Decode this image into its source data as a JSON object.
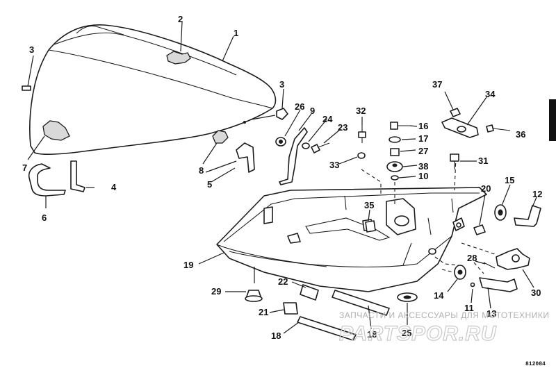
{
  "diagram": {
    "callouts": [
      "1",
      "2",
      "3",
      "3",
      "4",
      "5",
      "6",
      "7",
      "8",
      "9",
      "10",
      "11",
      "12",
      "13",
      "14",
      "15",
      "16",
      "17",
      "18",
      "18",
      "19",
      "20",
      "21",
      "22",
      "23",
      "24",
      "25",
      "26",
      "27",
      "28",
      "29",
      "30",
      "31",
      "32",
      "33",
      "34",
      "35",
      "36",
      "37",
      "38"
    ],
    "figure_code": "812084",
    "watermark_line": "ЗАПЧАСТИ И АКСЕССУАРЫ ДЛЯ МОТОТЕХНИКИ",
    "watermark_logo": "PARTSPOR.RU"
  },
  "colors": {
    "ink": "#1a1a1a",
    "watermark": "#c8c8c8",
    "tab": "#111111"
  }
}
